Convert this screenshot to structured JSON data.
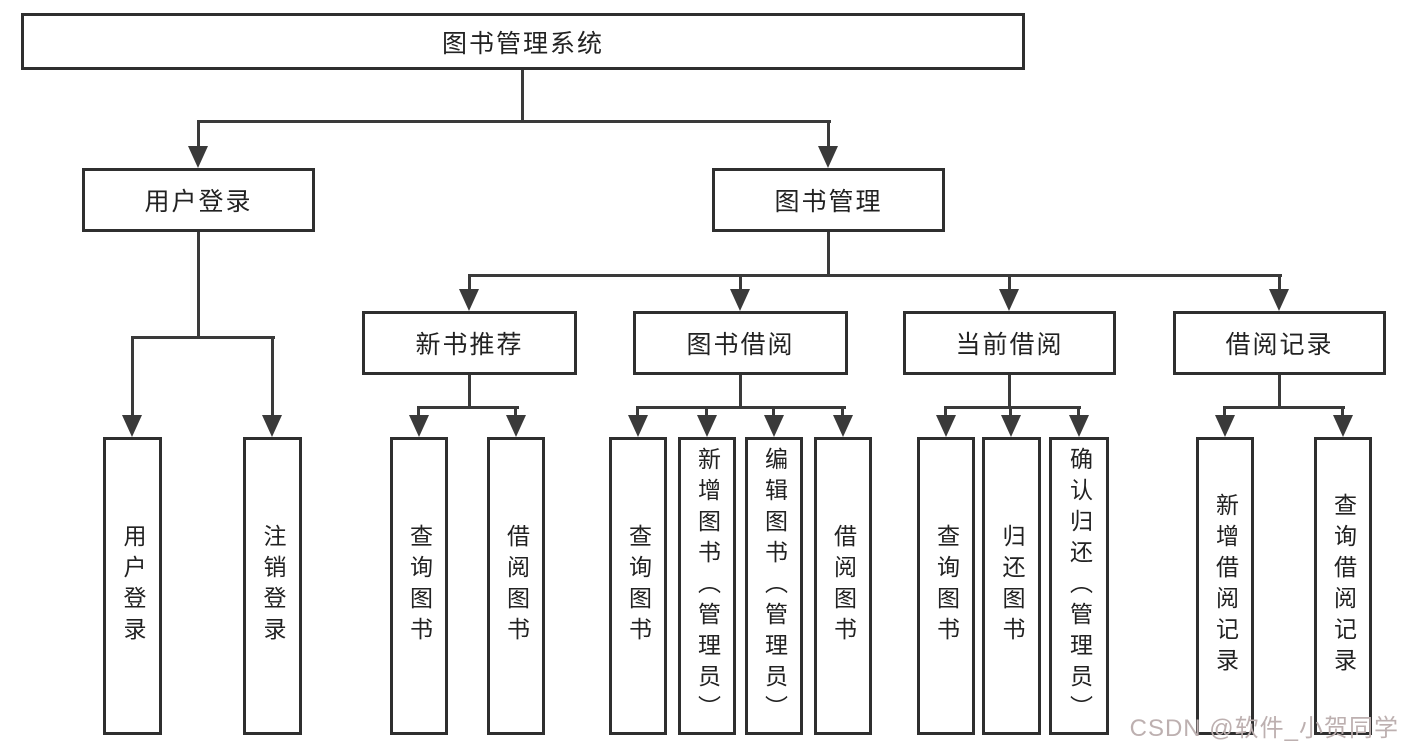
{
  "tree": {
    "root": {
      "label": "图书管理系统"
    },
    "branches": [
      {
        "label": "用户登录",
        "children": [
          {
            "label": "用户登录"
          },
          {
            "label": "注销登录"
          }
        ]
      },
      {
        "label": "图书管理",
        "children": [
          {
            "label": "新书推荐",
            "children": [
              {
                "label": "查询图书"
              },
              {
                "label": "借阅图书"
              }
            ]
          },
          {
            "label": "图书借阅",
            "children": [
              {
                "label": "查询图书"
              },
              {
                "label": "新增图书（管理员）"
              },
              {
                "label": "编辑图书（管理员）"
              },
              {
                "label": "借阅图书"
              }
            ]
          },
          {
            "label": "当前借阅",
            "children": [
              {
                "label": "查询图书"
              },
              {
                "label": "归还图书"
              },
              {
                "label": "确认归还（管理员）"
              }
            ]
          },
          {
            "label": "借阅记录",
            "children": [
              {
                "label": "新增借阅记录"
              },
              {
                "label": "查询借阅记录"
              }
            ]
          }
        ]
      }
    ]
  },
  "watermark": {
    "text": "CSDN @软件_小贺同学"
  },
  "colors": {
    "line": "#3a3a3a",
    "box_border": "#2f2f2f",
    "text": "#222222",
    "background": "#ffffff",
    "watermark": "#bdb0b0"
  }
}
